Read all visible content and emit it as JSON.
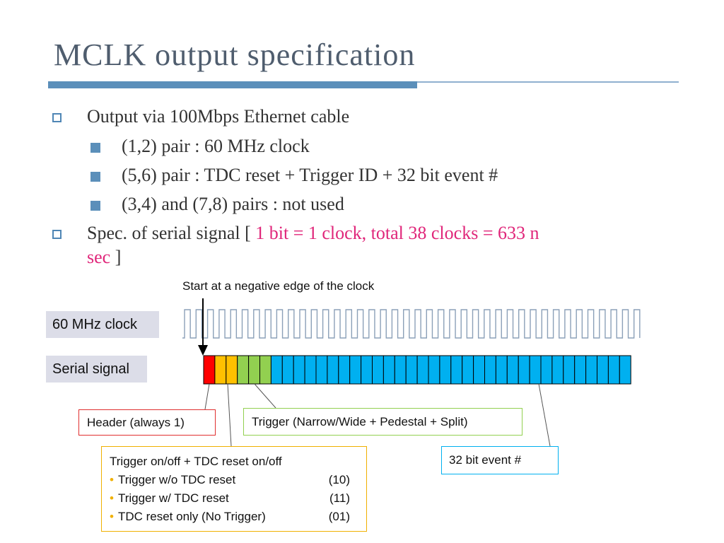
{
  "title": "MCLK output specification",
  "bullets": {
    "item1": "Output via 100Mbps Ethernet cable",
    "sub1": "(1,2) pair : 60 MHz clock",
    "sub2": "(5,6) pair : TDC reset +  Trigger ID  +   32 bit event #",
    "sub3": "(3,4) and (7,8) pairs : not used",
    "item2_prefix": "Spec. of serial signal [ ",
    "item2_highlight_line1": "1 bit = 1 clock,  total 38 clocks = 633 n",
    "item2_highlight_line2": "sec",
    "item2_suffix": " ]"
  },
  "diagram": {
    "start_note": "Start at a negative edge of the clock",
    "clock_label": "60 MHz clock",
    "serial_label": "Serial signal",
    "clock_cycles": 40,
    "bit_colors": [
      "#ff0000",
      "#ffc000",
      "#ffc000",
      "#92d050",
      "#92d050",
      "#92d050",
      "#00b0f0",
      "#00b0f0",
      "#00b0f0",
      "#00b0f0",
      "#00b0f0",
      "#00b0f0",
      "#00b0f0",
      "#00b0f0",
      "#00b0f0",
      "#00b0f0",
      "#00b0f0",
      "#00b0f0",
      "#00b0f0",
      "#00b0f0",
      "#00b0f0",
      "#00b0f0",
      "#00b0f0",
      "#00b0f0",
      "#00b0f0",
      "#00b0f0",
      "#00b0f0",
      "#00b0f0",
      "#00b0f0",
      "#00b0f0",
      "#00b0f0",
      "#00b0f0",
      "#00b0f0",
      "#00b0f0",
      "#00b0f0",
      "#00b0f0",
      "#00b0f0",
      "#00b0f0"
    ],
    "header_box": "Header  (always 1)",
    "trigger_box": "Trigger (Narrow/Wide + Pedestal + Split)",
    "event_box": "32 bit event #",
    "trig_tdc": {
      "heading": "Trigger on/off + TDC reset on/off",
      "rows": [
        {
          "label": "Trigger w/o TDC reset",
          "code": "(10)"
        },
        {
          "label": "Trigger w/  TDC reset",
          "code": "(11)"
        },
        {
          "label": "TDC reset only (No Trigger)",
          "code": "(01)"
        }
      ]
    },
    "colors": {
      "header": "#ff0000",
      "trigger_tdc": "#ffc000",
      "trigger": "#92d050",
      "event": "#00b0f0",
      "clock": "#8ba0b8"
    }
  }
}
